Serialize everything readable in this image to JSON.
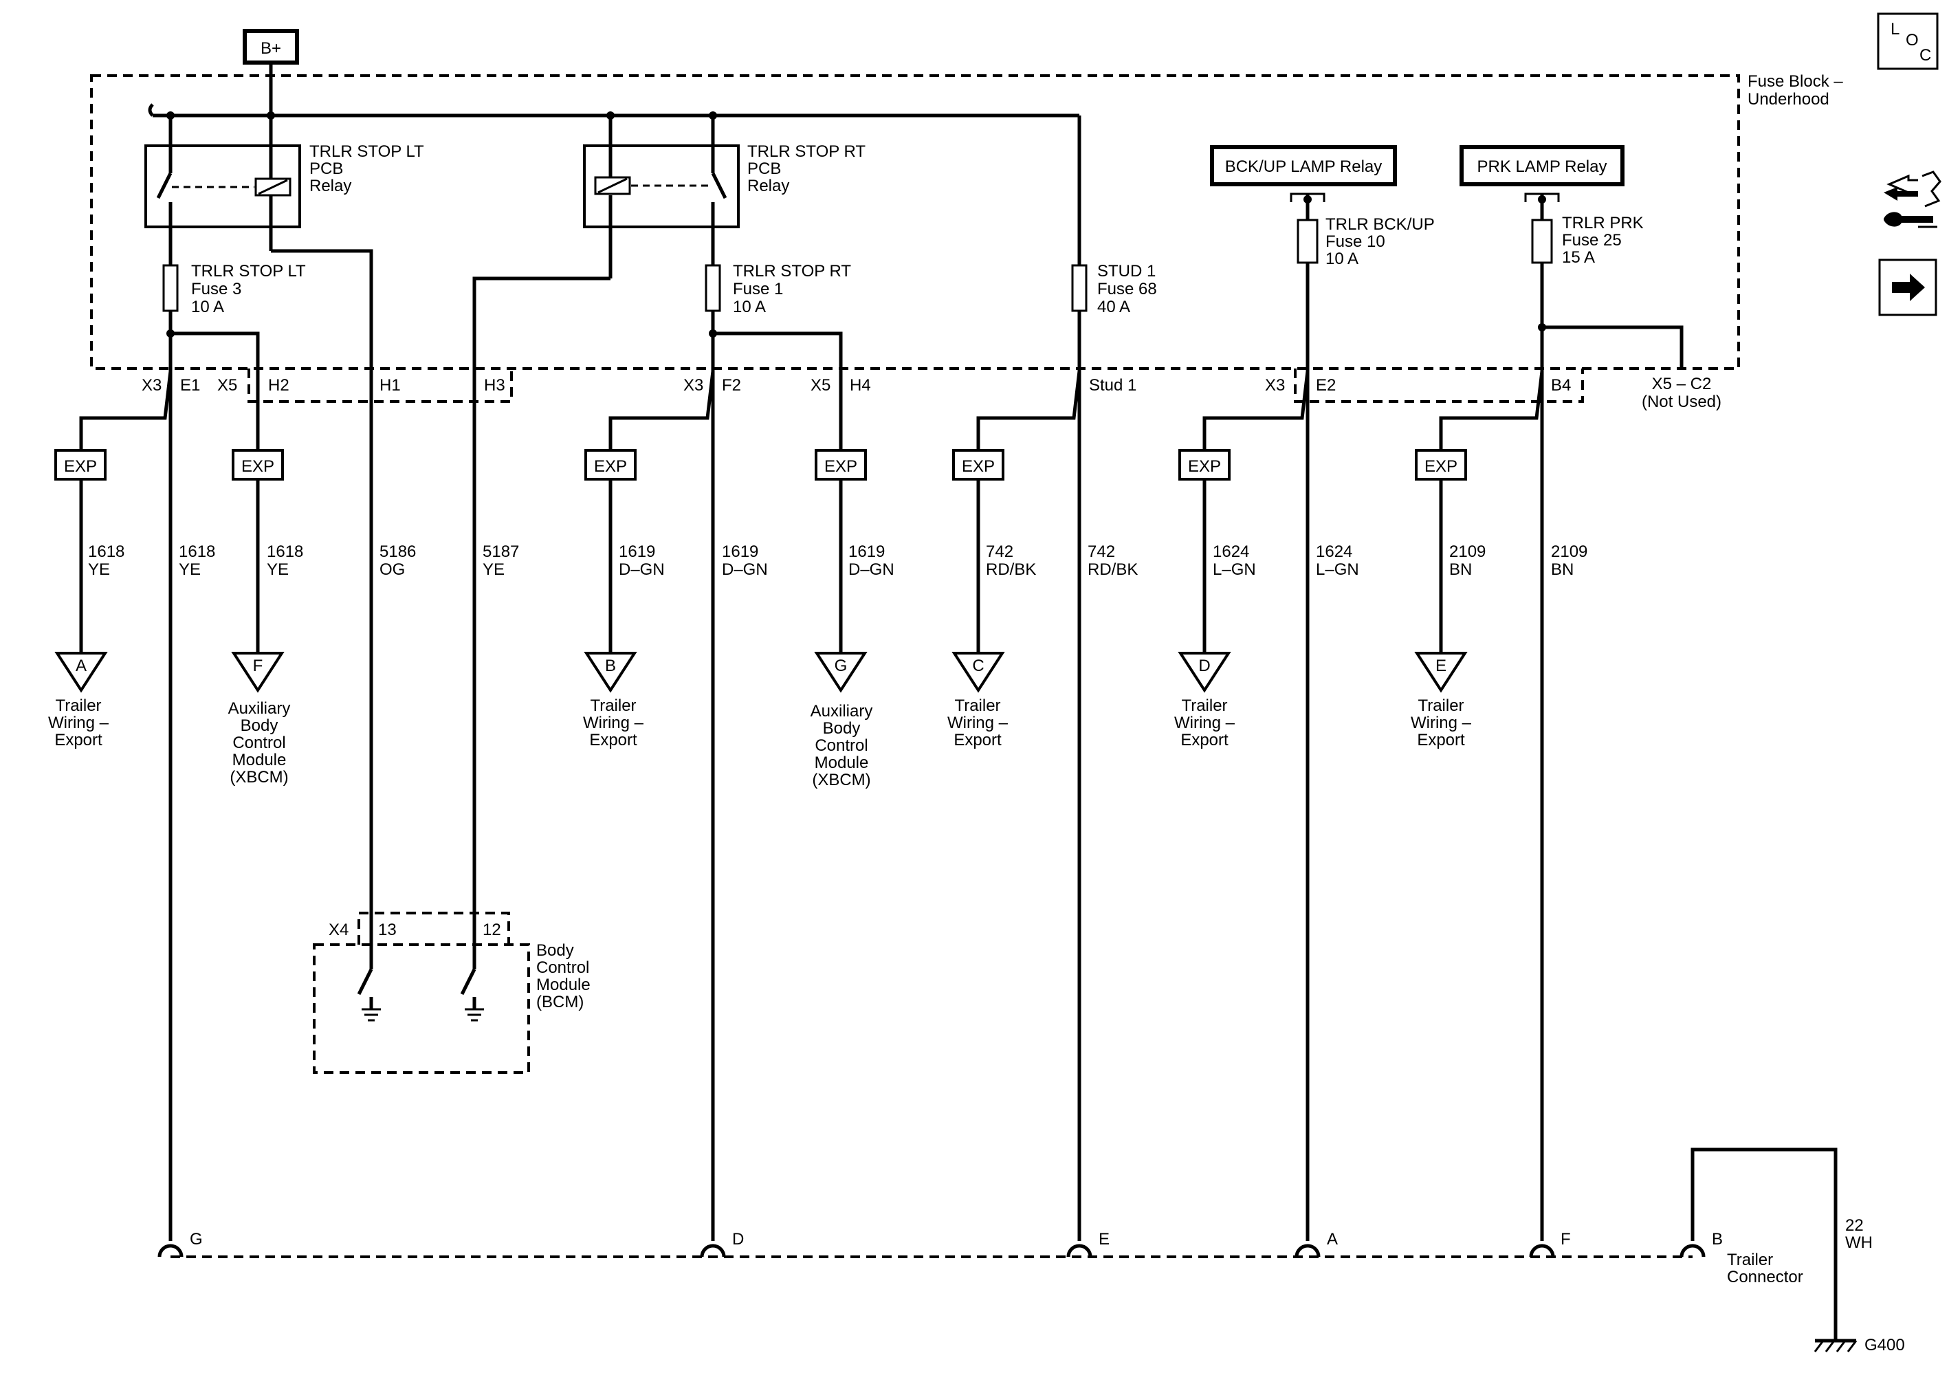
{
  "power_source": "B+",
  "fuse_block": {
    "line1": "Fuse Block –",
    "line2": "Underhood"
  },
  "relay_lt": {
    "l1": "TRLR STOP LT",
    "l2": "PCB",
    "l3": "Relay"
  },
  "relay_rt": {
    "l1": "TRLR STOP RT",
    "l2": "PCB",
    "l3": "Relay"
  },
  "relay_bckup": "BCK/UP LAMP Relay",
  "relay_prk": "PRK LAMP Relay",
  "fuse3": {
    "l1": "TRLR STOP LT",
    "l2": "Fuse 3",
    "l3": "10 A"
  },
  "fuse1": {
    "l1": "TRLR STOP RT",
    "l2": "Fuse 1",
    "l3": "10 A"
  },
  "fuse68": {
    "l1": "STUD 1",
    "l2": "Fuse 68",
    "l3": "40 A"
  },
  "fuse10": {
    "l1": "TRLR BCK/UP",
    "l2": "Fuse 10",
    "l3": "10 A"
  },
  "fuse25": {
    "l1": "TRLR PRK",
    "l2": "Fuse 25",
    "l3": "15 A"
  },
  "connectors": {
    "x3a": "X3",
    "e1": "E1",
    "x5a": "X5",
    "h2": "H2",
    "h1": "H1",
    "h3": "H3",
    "x3b": "X3",
    "f2": "F2",
    "x5b": "X5",
    "h4": "H4",
    "stud1": "Stud 1",
    "x3c": "X3",
    "e2": "E2",
    "b4": "B4",
    "x5c2": "X5 – C2",
    "not_used": "(Not Used)"
  },
  "exp_label": "EXP",
  "wires": [
    {
      "num": "1618",
      "color": "YE"
    },
    {
      "num": "1618",
      "color": "YE"
    },
    {
      "num": "1618",
      "color": "YE"
    },
    {
      "num": "5186",
      "color": "OG"
    },
    {
      "num": "5187",
      "color": "YE"
    },
    {
      "num": "1619",
      "color": "D–GN"
    },
    {
      "num": "1619",
      "color": "D–GN"
    },
    {
      "num": "1619",
      "color": "D–GN"
    },
    {
      "num": "742",
      "color": "RD/BK"
    },
    {
      "num": "742",
      "color": "RD/BK"
    },
    {
      "num": "1624",
      "color": "L–GN"
    },
    {
      "num": "1624",
      "color": "L–GN"
    },
    {
      "num": "2109",
      "color": "BN"
    },
    {
      "num": "2109",
      "color": "BN"
    }
  ],
  "destinations": {
    "A": {
      "letter": "A",
      "l1": "Trailer",
      "l2": "Wiring –",
      "l3": "Export"
    },
    "F": {
      "letter": "F",
      "l1": "Auxiliary",
      "l2": "Body",
      "l3": "Control",
      "l4": "Module",
      "l5": "(XBCM)"
    },
    "B": {
      "letter": "B",
      "l1": "Trailer",
      "l2": "Wiring –",
      "l3": "Export"
    },
    "G": {
      "letter": "G",
      "l1": "Auxiliary",
      "l2": "Body",
      "l3": "Control",
      "l4": "Module",
      "l5": "(XBCM)"
    },
    "C": {
      "letter": "C",
      "l1": "Trailer",
      "l2": "Wiring –",
      "l3": "Export"
    },
    "D": {
      "letter": "D",
      "l1": "Trailer",
      "l2": "Wiring –",
      "l3": "Export"
    },
    "E": {
      "letter": "E",
      "l1": "Trailer",
      "l2": "Wiring –",
      "l3": "Export"
    }
  },
  "bcm": {
    "conn": "X4",
    "pin13": "13",
    "pin12": "12",
    "l1": "Body",
    "l2": "Control",
    "l3": "Module",
    "l4": "(BCM)"
  },
  "trailer_connector": {
    "pins": [
      "G",
      "D",
      "E",
      "A",
      "F",
      "B"
    ],
    "l1": "Trailer",
    "l2": "Connector",
    "wire_num": "22",
    "wire_color": "WH",
    "ground": "G400"
  },
  "loc_icon": {
    "l": "L",
    "o": "O",
    "c": "C"
  },
  "icons": [
    "loc-icon",
    "connector-wrench-icon",
    "next-arrow-icon"
  ]
}
